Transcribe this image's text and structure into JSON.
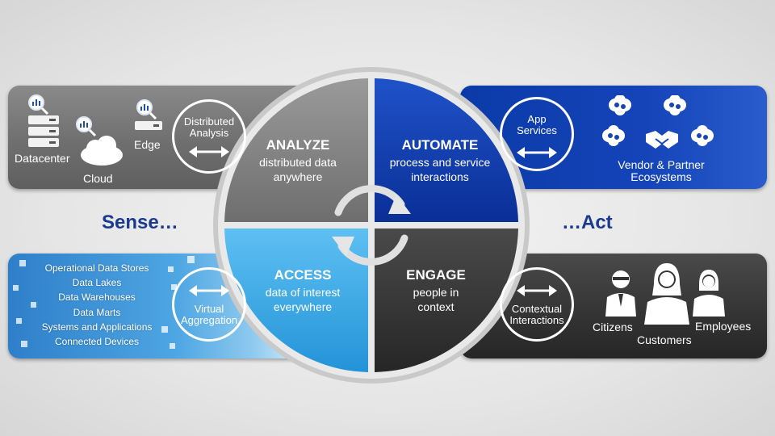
{
  "headings": {
    "sense": "Sense…",
    "act": "…Act"
  },
  "analyze": {
    "title": "ANALYZE",
    "subtitle": [
      "distributed data",
      "anywhere"
    ],
    "ring_label": [
      "Distributed",
      "Analysis"
    ],
    "items": {
      "datacenter": "Datacenter",
      "cloud": "Cloud",
      "edge": "Edge"
    }
  },
  "automate": {
    "title": "AUTOMATE",
    "subtitle": [
      "process and service",
      "interactions"
    ],
    "ring_label": [
      "App",
      "Services"
    ],
    "ecosystem": [
      "Vendor & Partner",
      "Ecosystems"
    ]
  },
  "access": {
    "title": "ACCESS",
    "subtitle": [
      "data of interest",
      "everywhere"
    ],
    "ring_label": [
      "Virtual",
      "Aggregation"
    ],
    "sources": [
      "Operational Data Stores",
      "Data Lakes",
      "Data Warehouses",
      "Data Marts",
      "Systems and Applications",
      "Connected Devices"
    ]
  },
  "engage": {
    "title": "ENGAGE",
    "subtitle": [
      "people in",
      "context"
    ],
    "ring_label": [
      "Contextual",
      "Interactions"
    ],
    "people": {
      "citizens": "Citizens",
      "customers": "Customers",
      "employees": "Employees"
    }
  },
  "colors": {
    "analyze": "#7f7f7f",
    "automate": "#0f3fb0",
    "access": "#3aa7e4",
    "engage": "#333333",
    "heading": "#1a3a8f"
  },
  "icons": [
    "magnifier-chart-icon",
    "server-icon",
    "cloud-icon",
    "edge-device-icon",
    "double-arrow-icon",
    "gear-cluster-icon",
    "handshake-icon",
    "person-icon",
    "cycle-arrows-icon"
  ]
}
